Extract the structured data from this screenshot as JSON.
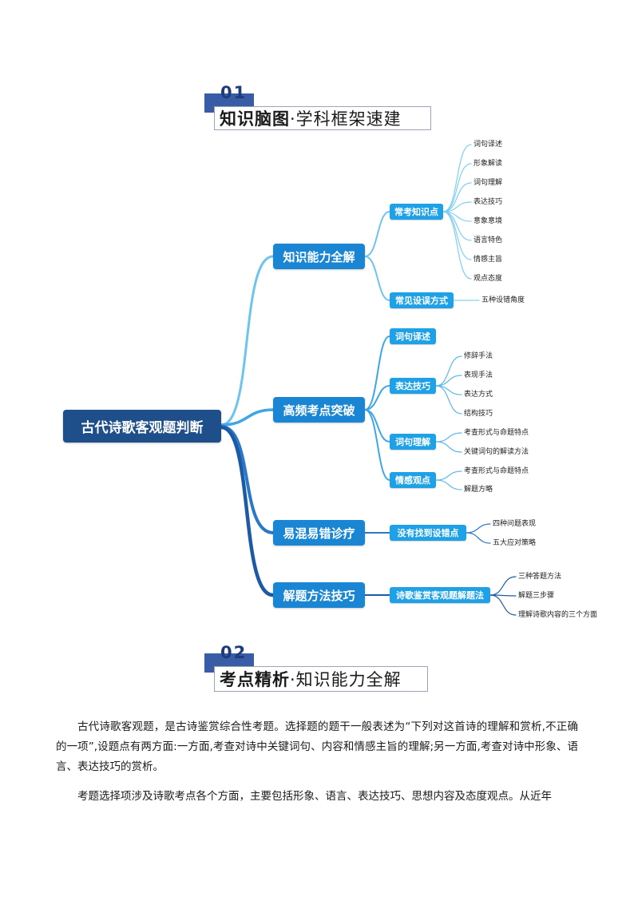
{
  "section1": {
    "number": "01",
    "title_bold": "知识脑图",
    "title_rest": "·学科框架速建"
  },
  "section2": {
    "number": "02",
    "title_bold": "考点精析",
    "title_rest": "·知识能力全解"
  },
  "mindmap": {
    "root": "古代诗歌客观题判断",
    "branches": [
      {
        "label": "知识能力全解",
        "children": [
          {
            "label": "常考知识点",
            "leaves": [
              "词句译述",
              "形象解读",
              "词句理解",
              "表达技巧",
              "意象意境",
              "语言特色",
              "情感主旨",
              "观点态度"
            ]
          },
          {
            "label": "常见设误方式",
            "leaves": [
              "五种设错角度"
            ]
          }
        ]
      },
      {
        "label": "高频考点突破",
        "children": [
          {
            "label": "词句译述",
            "leaves": []
          },
          {
            "label": "表达技巧",
            "leaves": [
              "修辞手法",
              "表现手法",
              "表达方式",
              "结构技巧"
            ]
          },
          {
            "label": "词句理解",
            "leaves": [
              "考查形式与命题特点",
              "关键词句的解读方法"
            ]
          },
          {
            "label": "情感观点",
            "leaves": [
              "考查形式与命题特点",
              "解题方略"
            ]
          }
        ]
      },
      {
        "label": "易混易错诊疗",
        "children": [
          {
            "label": "没有找到设错点",
            "leaves": [
              "四种问题表现",
              "五大应对策略"
            ]
          }
        ]
      },
      {
        "label": "解题方法技巧",
        "children": [
          {
            "label": "诗歌鉴赏客观题解题法",
            "leaves": [
              "三种答题方法",
              "解题三步骤",
              "理解诗歌内容的三个方面"
            ]
          }
        ]
      }
    ]
  },
  "body": {
    "para1": "古代诗歌客观题，是古诗鉴赏综合性考题。选择题的题干一般表述为“下列对这首诗的理解和赏析,不正确的一项”,设题点有两方面:一方面,考查对诗中关键词句、内容和情感主旨的理解;另一方面,考查对诗中形象、语言、表达技巧的赏析。",
    "para2": "考题选择项涉及诗歌考点各个方面，主要包括形象、语言、表达技巧、思想内容及态度观点。从近年"
  },
  "colors": {
    "root": "#1e4f8a",
    "level1": "#1a86d3",
    "level2": "#1ea1e6",
    "header_tab": "#3a5ba6"
  }
}
